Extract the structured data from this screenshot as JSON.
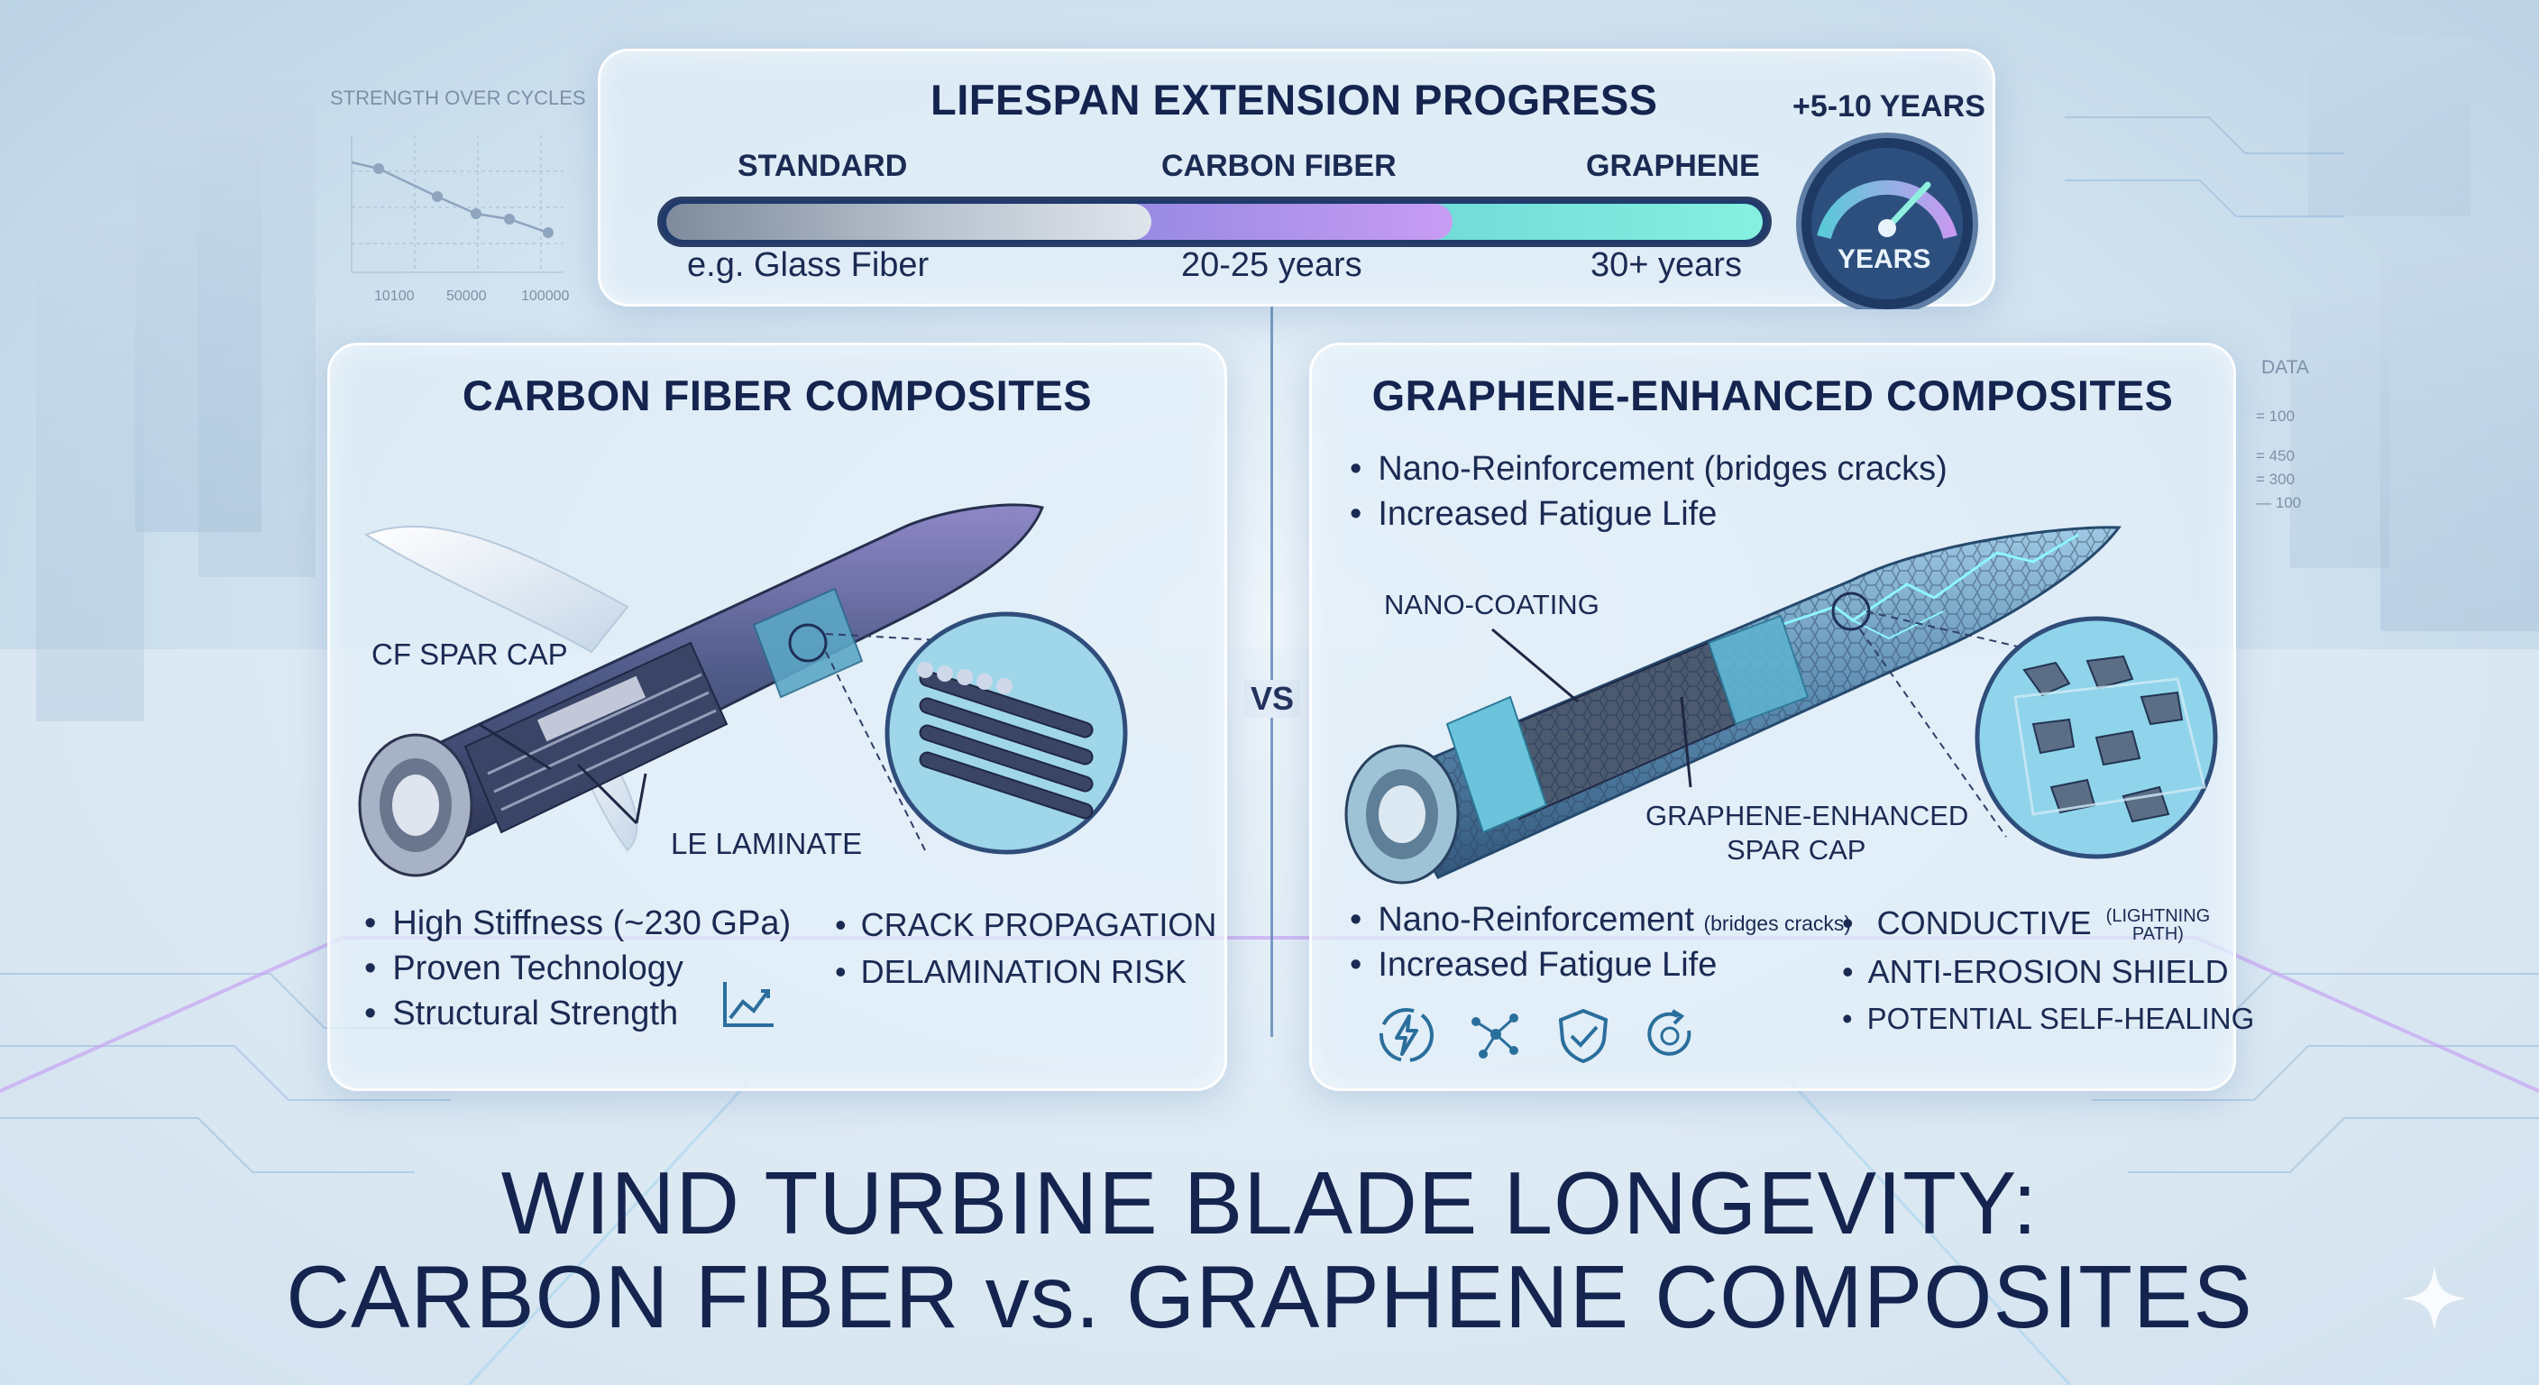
{
  "main_title": {
    "line1": "WIND TURBINE BLADE LONGEVITY:",
    "line2": "CARBON FIBER vs. GRAPHENE COMPOSITES"
  },
  "progress": {
    "title": "LIFESPAN EXTENSION PROGRESS",
    "badge": "+5-10 YEARS",
    "gauge_label": "YEARS",
    "stages": [
      {
        "name": "STANDARD",
        "detail": "e.g. Glass Fiber"
      },
      {
        "name": "CARBON FIBER",
        "detail": "20-25 years"
      },
      {
        "name": "GRAPHENE",
        "detail": "30+ years"
      }
    ],
    "colors": {
      "standard": "#a7b4c4",
      "carbon": "#c9a6f2",
      "graphene": "#7ce8e0"
    }
  },
  "mini_chart": {
    "title": "STRENGTH OVER CYCLES",
    "x_ticks": [
      "10100",
      "50000",
      "100000"
    ]
  },
  "data_ticks": {
    "title": "DATA",
    "values": [
      "100",
      "450",
      "300",
      "100"
    ]
  },
  "vs_label": "VS",
  "carbon_panel": {
    "title": "CARBON FIBER COMPOSITES",
    "label_spar": "CF SPAR CAP",
    "label_le": "LE LAMINATE",
    "bullets": [
      "High Stiffness (~230 GPa)",
      "Proven Technology",
      "Structural Strength"
    ],
    "risks": [
      "CRACK PROPAGATION",
      "DELAMINATION RISK"
    ],
    "icon": "trend-chart-icon"
  },
  "graphene_panel": {
    "title": "GRAPHENE-ENHANCED COMPOSITES",
    "top_bullets": [
      "Nano-Reinforcement (bridges cracks)",
      "Increased Fatigue Life"
    ],
    "label_coating": "NANO-COATING",
    "label_spar_line1": "GRAPHENE-ENHANCED",
    "label_spar_line2": "SPAR CAP",
    "bottom_bullet1_main": "Nano-Reinforcement",
    "bottom_bullet1_small": "(bridges cracks)",
    "bottom_bullet2": "Increased Fatigue Life",
    "features": {
      "conductive": "CONDUCTIVE",
      "conductive_note_line1": "LIGHTNING",
      "conductive_note_line2": "PATH",
      "erosion": "ANTI-EROSION SHIELD",
      "healing": "POTENTIAL SELF-HEALING"
    },
    "icons": [
      "lightning-icon",
      "network-icon",
      "shield-icon",
      "refresh-icon"
    ]
  }
}
